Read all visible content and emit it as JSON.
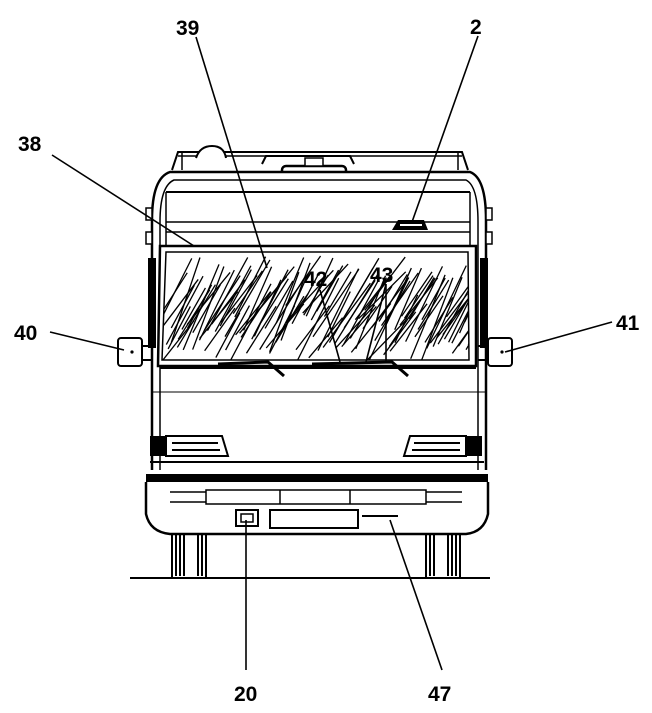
{
  "figure": {
    "labels": {
      "l38": "38",
      "l39": "39",
      "l2": "2",
      "l42": "42",
      "l43": "43",
      "l40": "40",
      "l41": "41",
      "l20": "20",
      "l47": "47"
    },
    "colors": {
      "ink": "#000000",
      "paper": "#ffffff"
    }
  }
}
